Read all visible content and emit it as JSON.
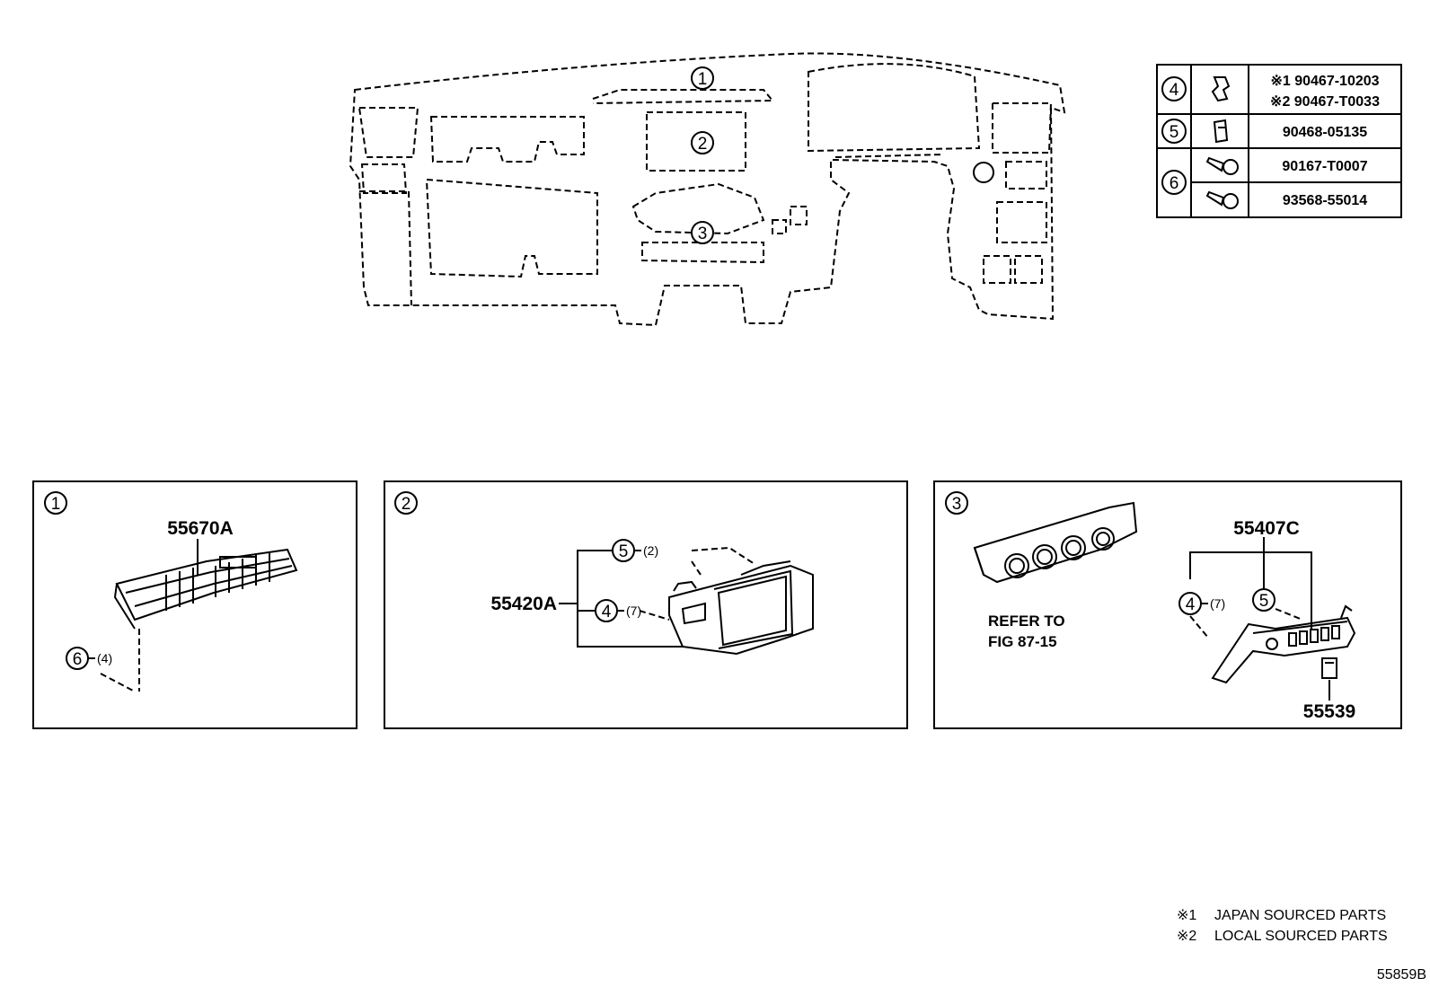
{
  "parts_table": {
    "rows": [
      {
        "ref": "4",
        "icon": "clip-icon",
        "parts": [
          "※1 90467-10203",
          "※2 90467-T0033"
        ]
      },
      {
        "ref": "5",
        "icon": "clip-nut-icon",
        "parts": [
          "90468-05135"
        ]
      },
      {
        "ref": "6",
        "icon": "screw-icon",
        "parts": [
          "90167-T0007"
        ]
      },
      {
        "ref": "6",
        "icon": "screw-icon",
        "parts": [
          "93568-55014"
        ]
      }
    ]
  },
  "overview": {
    "callout_1": "1",
    "callout_2": "2",
    "callout_3": "3"
  },
  "panel1": {
    "index": "1",
    "part_number": "55670A",
    "fastener_ref": "6",
    "fastener_qty": "(4)"
  },
  "panel2": {
    "index": "2",
    "part_number": "55420A",
    "fastener_a_ref": "5",
    "fastener_a_qty": "(2)",
    "fastener_b_ref": "4",
    "fastener_b_qty": "(7)"
  },
  "panel3": {
    "index": "3",
    "refer_line1": "REFER TO",
    "refer_line2": "FIG 87-15",
    "part_number": "55407C",
    "fastener_a_ref": "4",
    "fastener_a_qty": "(7)",
    "fastener_b_ref": "5",
    "sub_part_number": "55539"
  },
  "notes": [
    {
      "mark": "※1",
      "text": "JAPAN SOURCED PARTS"
    },
    {
      "mark": "※2",
      "text": "LOCAL SOURCED PARTS"
    }
  ],
  "figure_code": "55859B"
}
